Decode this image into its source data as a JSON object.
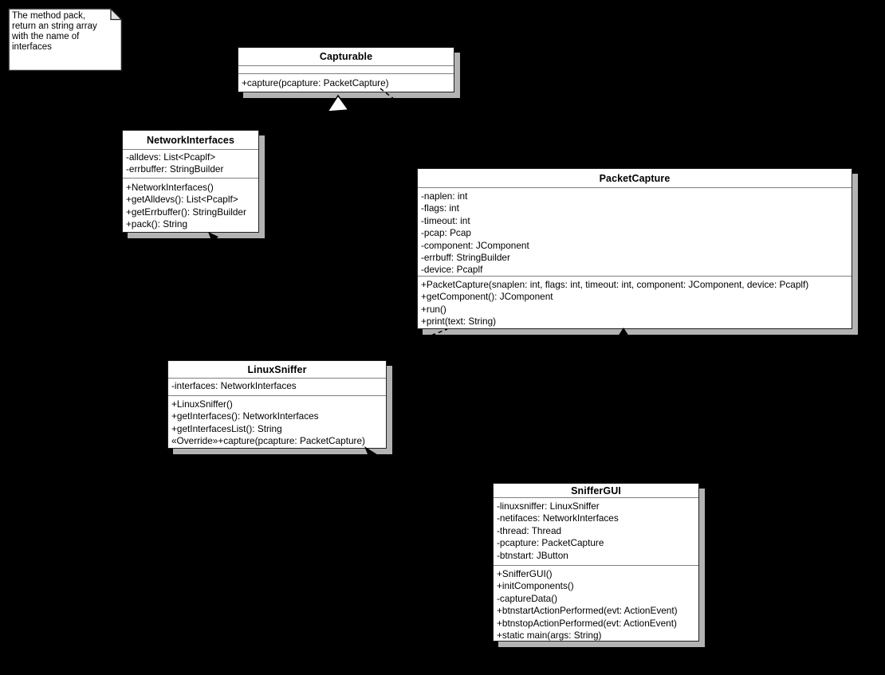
{
  "note": {
    "text": "The method pack,\nreturn an string array\nwith the name of\ninterfaces"
  },
  "classes": {
    "capturable": {
      "name": "Capturable",
      "attributes": [],
      "methods": [
        "+capture(pcapture: PacketCapture)"
      ]
    },
    "networkinterfaces": {
      "name": "NetworkInterfaces",
      "attributes": [
        "-alldevs: List<Pcaplf>",
        "-errbuffer: StringBuilder"
      ],
      "methods": [
        "+NetworkInterfaces()",
        "+getAlldevs(): List<Pcaplf>",
        "+getErrbuffer(): StringBuilder",
        "+pack(): String"
      ]
    },
    "packetcapture": {
      "name": "PacketCapture",
      "attributes": [
        "-naplen: int",
        "-flags: int",
        "-timeout: int",
        "-pcap: Pcap",
        "-component: JComponent",
        "-errbuff: StringBuilder",
        "-device: Pcaplf"
      ],
      "methods": [
        "+PacketCapture(snaplen: int, flags: int, timeout: int, component: JComponent, device: Pcaplf)",
        "+getComponent(): JComponent",
        "+run()",
        "+print(text: String)"
      ]
    },
    "linuxsniffer": {
      "name": "LinuxSniffer",
      "attributes": [
        "-interfaces: NetworkInterfaces"
      ],
      "methods": [
        "+LinuxSniffer()",
        "+getInterfaces(): NetworkInterfaces",
        "+getInterfacesList(): String",
        "«Override»+capture(pcapture: PacketCapture)"
      ]
    },
    "sniffergui": {
      "name": "SnifferGUI",
      "attributes": [
        "-linuxsniffer: LinuxSniffer",
        "-netifaces: NetworkInterfaces",
        "-thread: Thread",
        "-pcapture: PacketCapture",
        "-btnstart: JButton"
      ],
      "methods": [
        "+SnifferGUI()",
        "+initComponents()",
        "-captureData()",
        "+btnstartActionPerformed(evt: ActionEvent)",
        "+btnstopActionPerformed(evt: ActionEvent)",
        "+static main(args: String)"
      ]
    }
  },
  "artifacts": {
    "realization_arrowhead": "white-triangle-up",
    "dependency_dashes": "black-dashed-segments",
    "association_arrowheads": "black-filled-triangles"
  },
  "colors": {
    "background": "#000000",
    "box_fill": "#ffffff",
    "box_border": "#1f1f1f",
    "divider": "#7f7f7f",
    "shadow": "#b3b3b3",
    "text": "#000000"
  }
}
